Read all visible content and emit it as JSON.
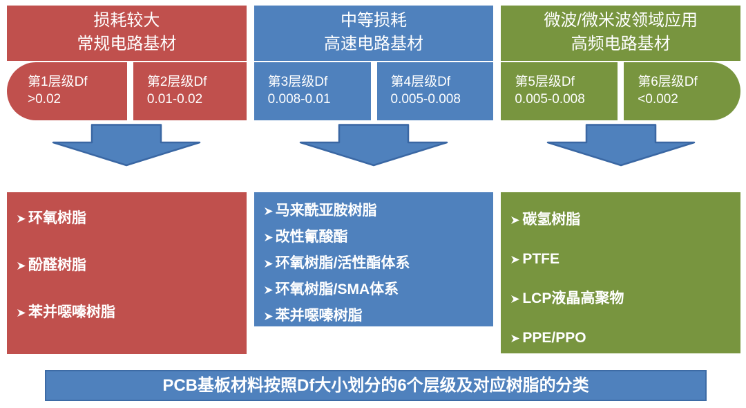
{
  "caption": "PCB基板材料按照Df大小划分的6个层级及对应树脂的分类",
  "bullet_icon": "arrowhead-right",
  "arrow_icon": "block-arrow-down",
  "colors": {
    "conventional": "#C0504D",
    "highspeed": "#4F81BD",
    "highfreq": "#78953F",
    "arrow_fill": "#4F81BD",
    "arrow_stroke": "#3A67A3",
    "caption_bg": "#4F81BD"
  },
  "columns": [
    {
      "header": {
        "line1": "损耗较大",
        "line2": "常规电路基材"
      },
      "tiers": [
        {
          "label": "第1层级Df",
          "range": ">0.02"
        },
        {
          "label": "第2层级Df",
          "range": "0.01-0.02"
        }
      ],
      "resins": [
        "环氧树脂",
        "酚醛树脂",
        "苯并噁嗪树脂"
      ]
    },
    {
      "header": {
        "line1": "中等损耗",
        "line2": "高速电路基材"
      },
      "tiers": [
        {
          "label": "第3层级Df",
          "range": "0.008-0.01"
        },
        {
          "label": "第4层级Df",
          "range": "0.005-0.008"
        }
      ],
      "resins": [
        "马来酰亚胺树脂",
        "改性氰酸酯",
        "环氧树脂/活性酯体系",
        "环氧树脂/SMA体系",
        "苯并噁嗪树脂"
      ]
    },
    {
      "header": {
        "line1": "微波/微米波领域应用",
        "line2": "高频电路基材"
      },
      "tiers": [
        {
          "label": "第5层级Df",
          "range": "0.005-0.008"
        },
        {
          "label": "第6层级Df",
          "range": "<0.002"
        }
      ],
      "resins": [
        "碳氢树脂",
        "PTFE",
        "LCP液晶高聚物",
        "PPE/PPO"
      ]
    }
  ]
}
